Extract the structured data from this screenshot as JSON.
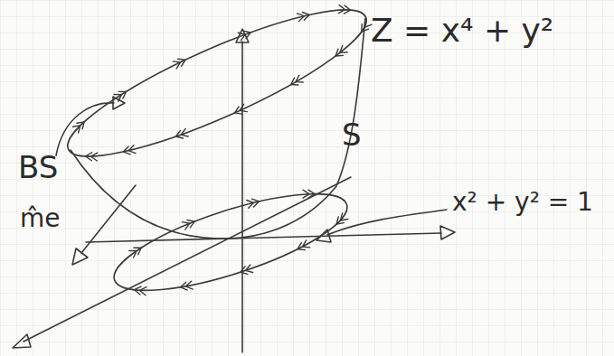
{
  "diagram": {
    "labels": [
      "Z = x⁴ + y²",
      "S",
      "BS",
      "m̂e",
      "x² + y² = 1"
    ]
  }
}
